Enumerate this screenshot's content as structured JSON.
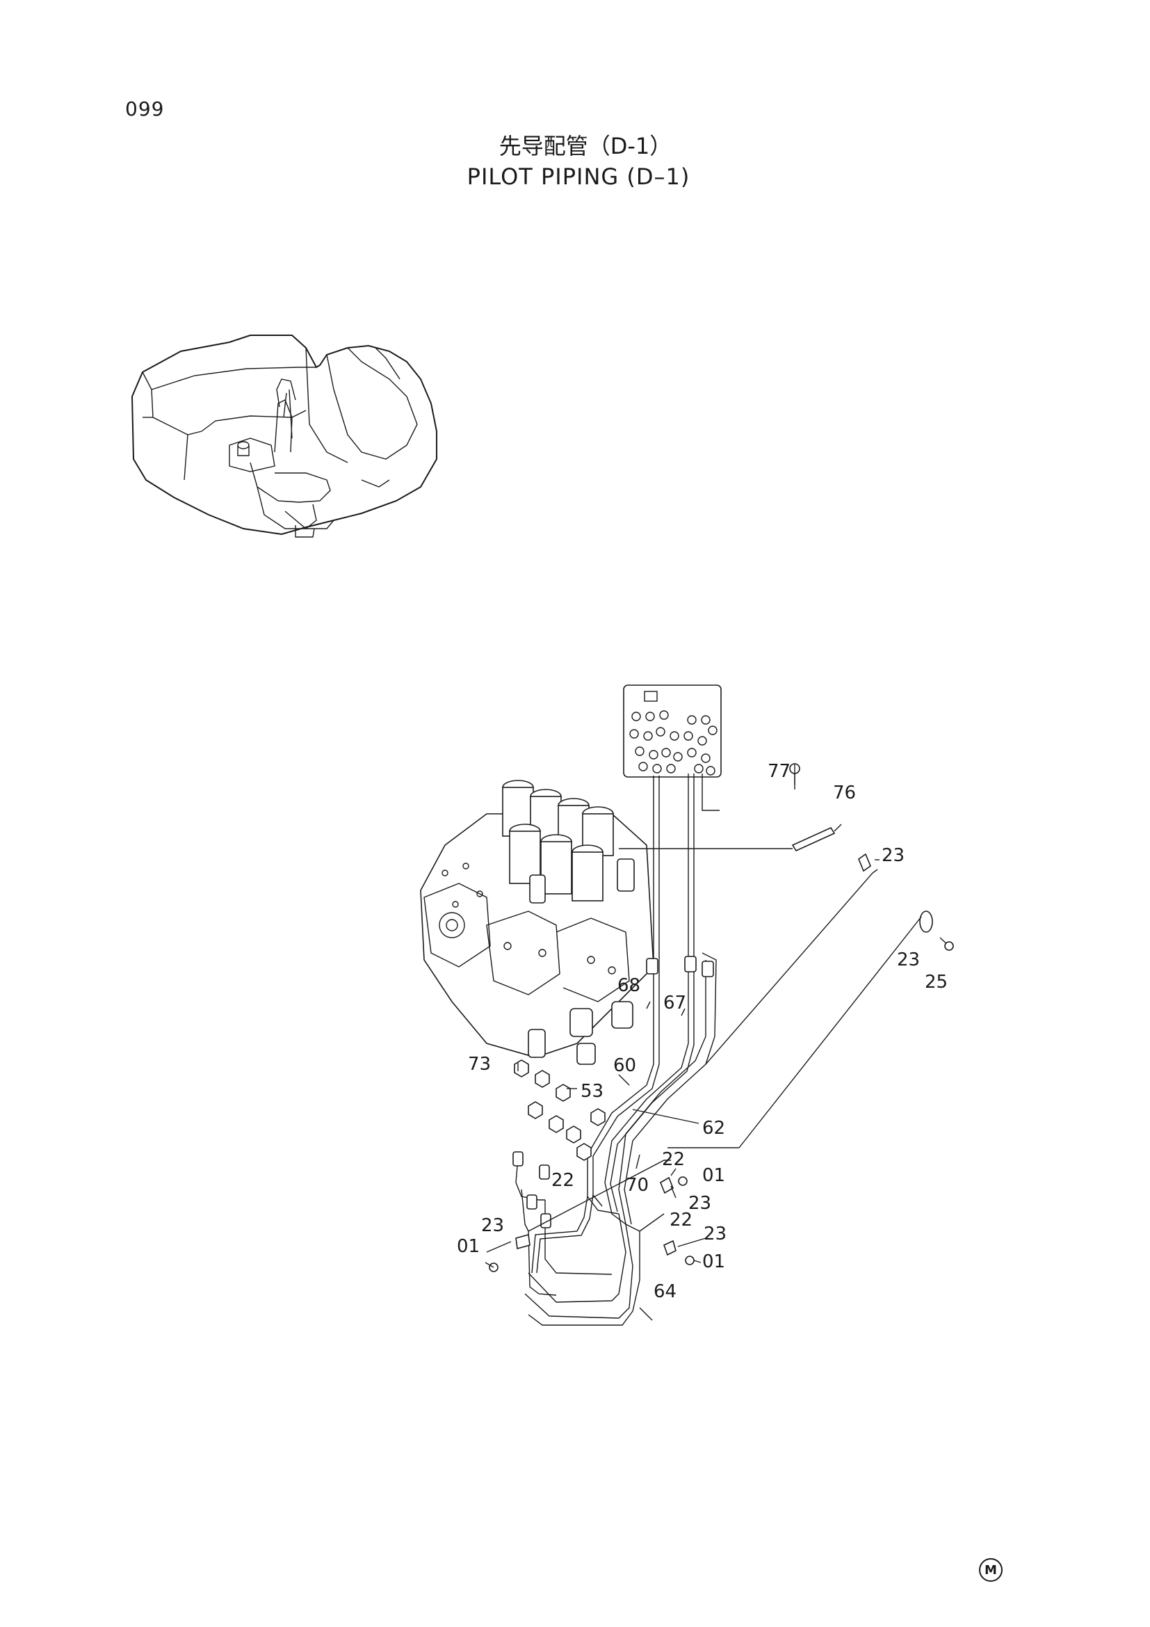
{
  "page_number": "099",
  "title_cn": "先导配管（D-1）",
  "title_en": "PILOT PIPING (D–1)",
  "callouts": {
    "c77": "77",
    "c76": "76",
    "c23a": "23",
    "c23b": "23",
    "c25": "25",
    "c68": "68",
    "c67": "67",
    "c73": "73",
    "c60": "60",
    "c53": "53",
    "c62": "62",
    "c22a": "22",
    "c01a": "01",
    "c22b": "22",
    "c70": "70",
    "c23c": "23",
    "c22c": "22",
    "c23d": "23",
    "c23e": "23",
    "c01b": "01",
    "c01c": "01",
    "c64": "64"
  },
  "corner_mark": "M"
}
